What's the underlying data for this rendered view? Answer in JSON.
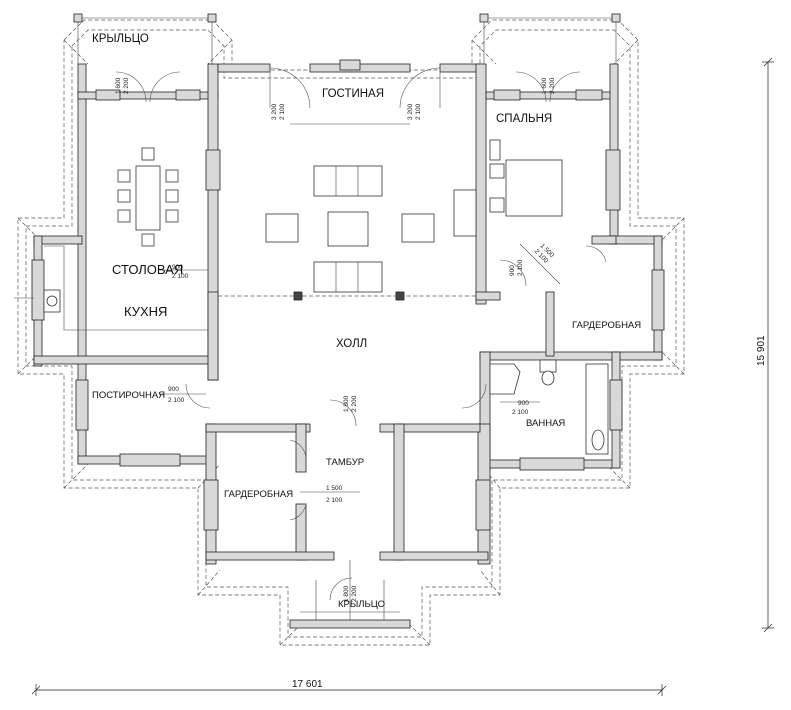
{
  "rooms": {
    "porch_top": "КРЫЛЬЦО",
    "living": "ГОСТИНАЯ",
    "bedroom": "СПАЛЬНЯ",
    "dining": "СТОЛОВАЯ",
    "kitchen": "КУХНЯ",
    "hall": "ХОЛЛ",
    "wardrobe_right": "ГАРДЕРОБНАЯ",
    "laundry": "ПОСТИРОЧНАЯ",
    "bathroom": "ВАННАЯ",
    "vestibule": "ТАМБУР",
    "wardrobe_left": "ГАРДЕРОБНАЯ",
    "porch_bottom": "КРЫЛЬЦО"
  },
  "openings": [
    {
      "id": "porch-top-left",
      "w": "1 600",
      "h": "2 200"
    },
    {
      "id": "living-left",
      "w": "3 200",
      "h": "2 100"
    },
    {
      "id": "living-right",
      "w": "3 200",
      "h": "2 100"
    },
    {
      "id": "porch-top-right",
      "w": "1 600",
      "h": "2 200"
    },
    {
      "id": "dining-door",
      "w": "900",
      "h": "2 100"
    },
    {
      "id": "bedroom-door",
      "w": "900",
      "h": "2 100"
    },
    {
      "id": "wardrobe-right-door",
      "w": "1 500",
      "h": "2 100"
    },
    {
      "id": "laundry-door",
      "w": "900",
      "h": "2 100"
    },
    {
      "id": "bath-door",
      "w": "900",
      "h": "2 100"
    },
    {
      "id": "vestibule-door",
      "w": "1 800",
      "h": "2 200"
    },
    {
      "id": "wardrobe-left-door",
      "w": "1 500",
      "h": "2 100"
    },
    {
      "id": "porch-bottom-door",
      "w": "1 800",
      "h": "2 200"
    }
  ],
  "dimensions": {
    "total_width": "17 601",
    "total_height": "15 901"
  }
}
